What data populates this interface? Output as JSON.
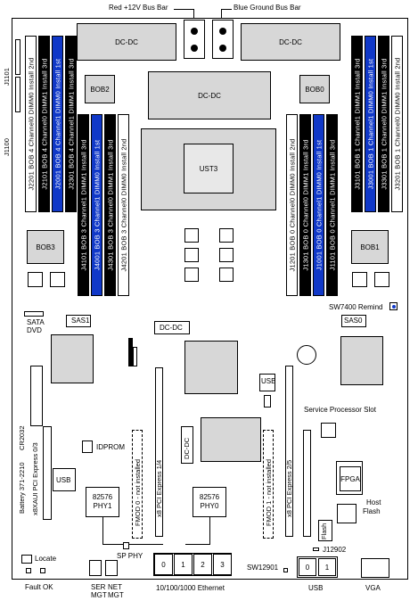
{
  "top_labels": {
    "red_bus": "Red +12V Bus Bar",
    "blue_bus": "Blue Ground Bus Bar"
  },
  "dcdc": "DC-DC",
  "ust3": "UST3",
  "bob": {
    "bob0": "BOB0",
    "bob1": "BOB1",
    "bob2": "BOB2",
    "bob3": "BOB3"
  },
  "connectors": {
    "j1101": "J1101",
    "j1100": "J1100",
    "j12902": "J12902"
  },
  "dimm_left_top": [
    {
      "text": "J2201  BOB 4  Channel0  DIMM0  Install 2nd",
      "color": "white"
    },
    {
      "text": "J2101  BOB 4  Channel0  DIMM1  Install 3rd",
      "color": "black"
    },
    {
      "text": "J2001  BOB 4  Channel1  DIMM0  Install 1st",
      "color": "blue"
    },
    {
      "text": "J2301  BOB 4  Channel1  DIMM1  Install 3rd",
      "color": "black"
    }
  ],
  "dimm_left_bottom": [
    {
      "text": "J4101  BOB 3  Channel1  DIMM1  Install 3rd",
      "color": "black"
    },
    {
      "text": "J4001  BOB 3  Channel1  DIMM0  Install 1st",
      "color": "blue"
    },
    {
      "text": "J4301  BOB 3  Channel0  DIMM1  Install 3rd",
      "color": "black"
    },
    {
      "text": "J4201  BOB 3  Channel0  DIMM0  Install 2nd",
      "color": "white"
    }
  ],
  "dimm_right_top": [
    {
      "text": "J3101  BOB 1  Channel1  DIMM1  Install 3rd",
      "color": "black"
    },
    {
      "text": "J3001  BOB 1  Channel1  DIMM0  Install 1st",
      "color": "blue"
    },
    {
      "text": "J3301  BOB 1  Channel0  DIMM1  Install 3rd",
      "color": "black"
    },
    {
      "text": "J3201  BOB 1  Channel0  DIMM0  Install 2nd",
      "color": "white"
    }
  ],
  "dimm_right_bottom": [
    {
      "text": "J1201  BOB 0  Channel0  DIMM0  Install 2nd",
      "color": "white"
    },
    {
      "text": "J1301  BOB 0  Channel0  DIMM1  Install 3rd",
      "color": "black"
    },
    {
      "text": "J1001  BOB 0  Channel1  DIMM0  Install 1st",
      "color": "blue"
    },
    {
      "text": "J1101  BOB 0  Channel1  DIMM1  Install 3rd",
      "color": "black"
    }
  ],
  "labels": {
    "sata": "SATA",
    "dvd": "DVD",
    "sas1": "SAS1",
    "sas0": "SAS0",
    "sw7400": "SW7400 Remind",
    "usb": "USB",
    "service_processor": "Service Processor Slot",
    "cr2032": "CR2032",
    "battery": "Battery 371-2210",
    "x8xaui": "x8XAUI PCI Express 0/3",
    "idprom": "IDPROM",
    "fmod0": "FMOD 0 - not installed",
    "pcie14": "x8 PCI Express 1/4",
    "fmod1": "FMOD 1 - not installed",
    "pcie25": "x8 PCI Express 2/5",
    "phy1": "82576 PHY1",
    "phy0": "82576 PHY0",
    "fpga": "FPGA",
    "host_flash": "Host Flash",
    "flash": "Flash",
    "spphy": "SP PHY",
    "locate": "Locate",
    "fault_ok": "Fault  OK",
    "ser_mgt": "SER MGT",
    "net_mgt": "NET MGT",
    "ethernet": "10/100/1000 Ethernet",
    "sw12901": "SW12901",
    "usb_bottom": "USB",
    "vga": "VGA"
  },
  "eth_ports": [
    "0",
    "1",
    "2",
    "3"
  ],
  "usb_ports": [
    "0",
    "1"
  ]
}
